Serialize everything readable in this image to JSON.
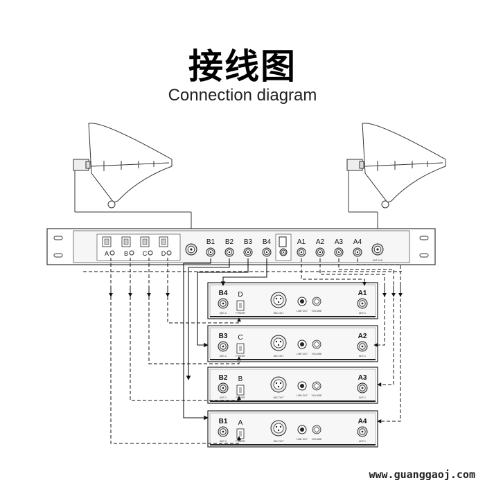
{
  "header": {
    "title_cn": "接线图",
    "title_en": "Connection diagram"
  },
  "distributor": {
    "port_labels": [
      "B1",
      "B2",
      "B3",
      "B4",
      "A1",
      "A2",
      "A3",
      "A4"
    ],
    "power_labels": [
      "A",
      "B",
      "C",
      "D"
    ],
    "ant_in_label": "ANT A IN"
  },
  "receivers": [
    {
      "channel": "D",
      "ant2": "B4",
      "ant1": "A1"
    },
    {
      "channel": "C",
      "ant2": "B3",
      "ant1": "A2"
    },
    {
      "channel": "B",
      "ant2": "B2",
      "ant1": "A3"
    },
    {
      "channel": "A",
      "ant2": "B1",
      "ant1": "A4"
    }
  ],
  "receiver_labels": {
    "ant2": "ANT-2",
    "ant1": "ANT-1",
    "power": "POWER",
    "mic_out": "MIC OUT",
    "line_out": "LINE OUT",
    "volume": "VOLUME"
  },
  "watermark": "www.guanggaoj.com",
  "colors": {
    "line": "#111111",
    "background": "#ffffff",
    "panel": "#f4f4f4"
  }
}
